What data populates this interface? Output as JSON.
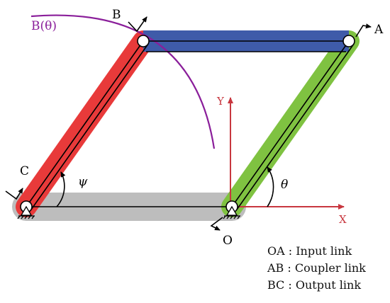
{
  "points": {
    "O": "O",
    "A": "A",
    "B": "B",
    "C": "C"
  },
  "curve_label": "B(θ)",
  "angles": {
    "theta": "θ",
    "psi": "ψ"
  },
  "axes": {
    "x": "X",
    "y": "Y"
  },
  "legend": [
    {
      "text": "OA : Input link"
    },
    {
      "text": "AB : Coupler link"
    },
    {
      "text": "BC : Output link"
    }
  ],
  "colors": {
    "input_link": "#7fc241",
    "coupler_link": "#3f5ba9",
    "output_link": "#e83a3a",
    "ground_link": "#bdbdbd",
    "trajectory": "#8a1e9a",
    "axes": "#c8373f"
  }
}
